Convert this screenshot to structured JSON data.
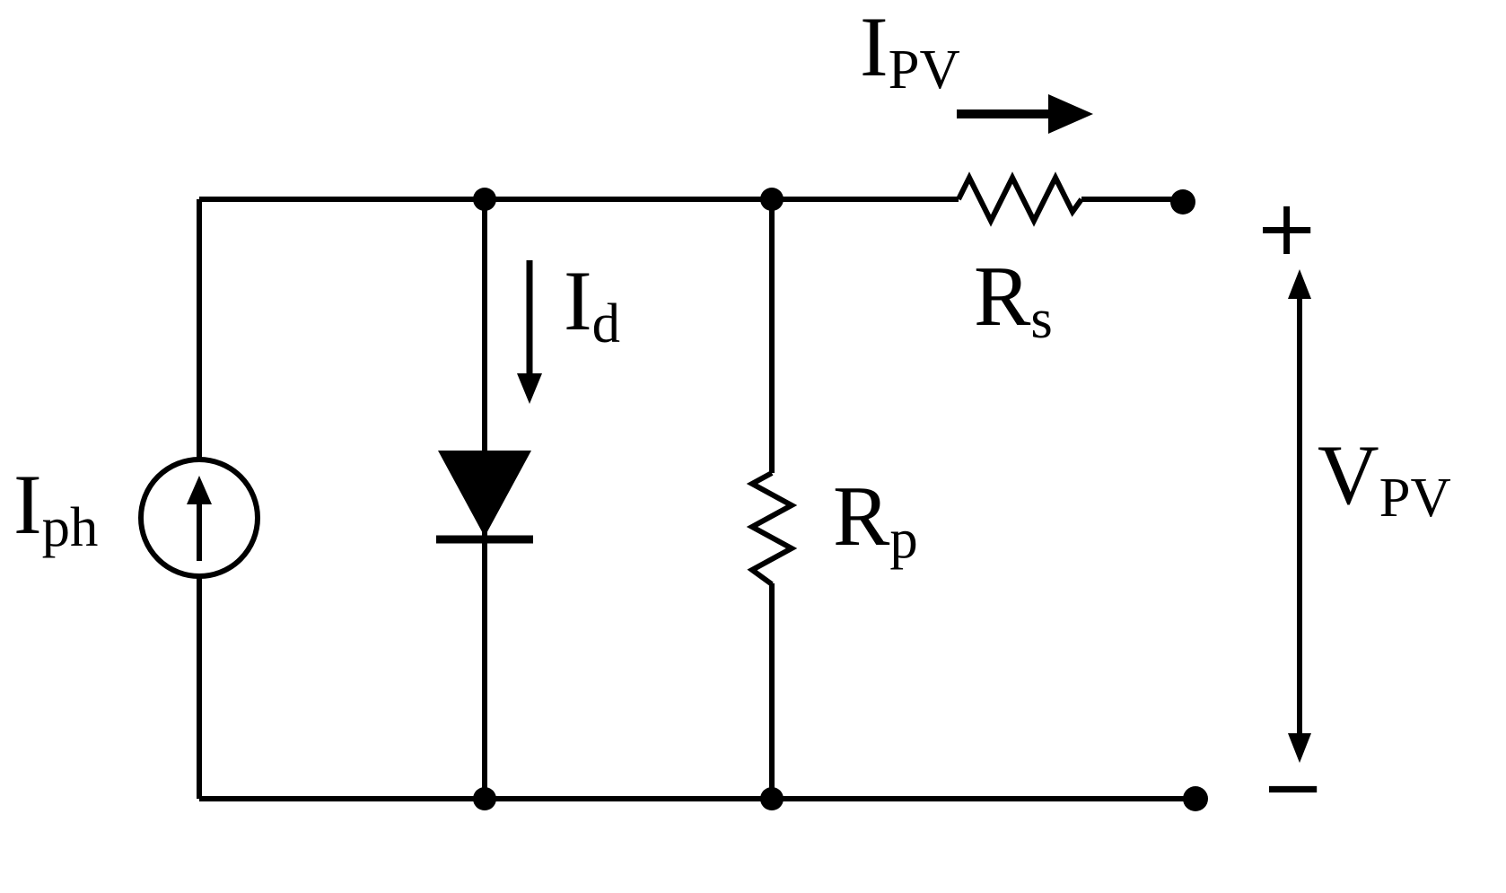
{
  "figure": {
    "kind": "circuit-diagram",
    "subject": "single-diode-pv-cell-equivalent-circuit",
    "colors": {
      "stroke": "#000000",
      "background": "#ffffff"
    },
    "labels": {
      "photocurrent": {
        "base": "I",
        "sub": "ph"
      },
      "diode_current": {
        "base": "I",
        "sub": "d"
      },
      "output_current": {
        "base": "I",
        "sub": "PV"
      },
      "series_resistance": {
        "base": "R",
        "sub": "s"
      },
      "shunt_resistance": {
        "base": "R",
        "sub": "p"
      },
      "output_voltage": {
        "base": "V",
        "sub": "PV"
      },
      "positive_terminal": "+",
      "negative_terminal": "−"
    }
  }
}
